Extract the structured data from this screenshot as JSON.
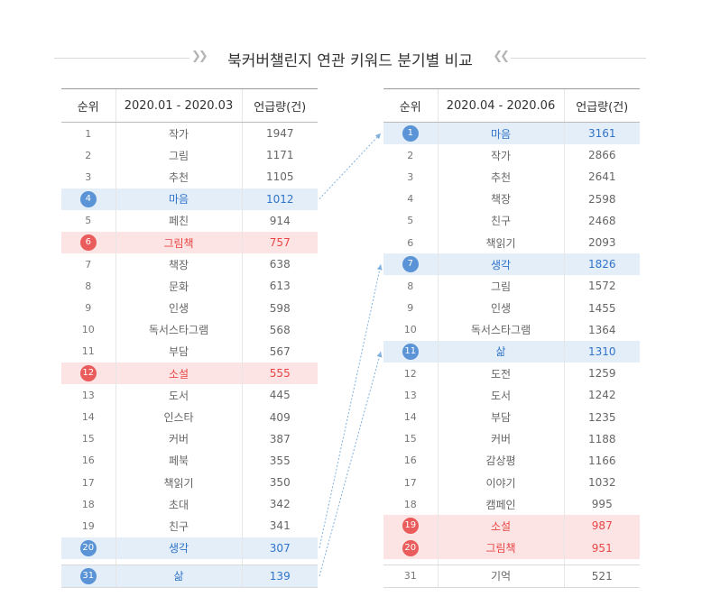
{
  "title": "북커버챌린지 연관 키워드 분기별 비교",
  "chart_data": [
    {
      "type": "table",
      "columns": [
        "순위",
        "2020.01 - 2020.03",
        "언급량(건)"
      ],
      "rows": [
        {
          "rank": "1",
          "keyword": "작가",
          "count": "1947"
        },
        {
          "rank": "2",
          "keyword": "그림",
          "count": "1171"
        },
        {
          "rank": "3",
          "keyword": "추천",
          "count": "1105"
        },
        {
          "rank": "4",
          "keyword": "마음",
          "count": "1012",
          "highlight": "blue"
        },
        {
          "rank": "5",
          "keyword": "페친",
          "count": "914"
        },
        {
          "rank": "6",
          "keyword": "그림책",
          "count": "757",
          "highlight": "red"
        },
        {
          "rank": "7",
          "keyword": "책장",
          "count": "638"
        },
        {
          "rank": "8",
          "keyword": "문화",
          "count": "613"
        },
        {
          "rank": "9",
          "keyword": "인생",
          "count": "598"
        },
        {
          "rank": "10",
          "keyword": "독서스타그램",
          "count": "568"
        },
        {
          "rank": "11",
          "keyword": "부담",
          "count": "567"
        },
        {
          "rank": "12",
          "keyword": "소설",
          "count": "555",
          "highlight": "red"
        },
        {
          "rank": "13",
          "keyword": "도서",
          "count": "445"
        },
        {
          "rank": "14",
          "keyword": "인스타",
          "count": "409"
        },
        {
          "rank": "15",
          "keyword": "커버",
          "count": "387"
        },
        {
          "rank": "16",
          "keyword": "페북",
          "count": "355"
        },
        {
          "rank": "17",
          "keyword": "책읽기",
          "count": "350"
        },
        {
          "rank": "18",
          "keyword": "초대",
          "count": "342"
        },
        {
          "rank": "19",
          "keyword": "친구",
          "count": "341"
        },
        {
          "rank": "20",
          "keyword": "생각",
          "count": "307",
          "highlight": "blue"
        },
        {
          "rank": "31",
          "keyword": "삶",
          "count": "139",
          "highlight": "blue",
          "separated": true
        }
      ]
    },
    {
      "type": "table",
      "columns": [
        "순위",
        "2020.04 - 2020.06",
        "언급량(건)"
      ],
      "rows": [
        {
          "rank": "1",
          "keyword": "마음",
          "count": "3161",
          "highlight": "blue"
        },
        {
          "rank": "2",
          "keyword": "작가",
          "count": "2866"
        },
        {
          "rank": "3",
          "keyword": "추천",
          "count": "2641"
        },
        {
          "rank": "4",
          "keyword": "책장",
          "count": "2598"
        },
        {
          "rank": "5",
          "keyword": "친구",
          "count": "2468"
        },
        {
          "rank": "6",
          "keyword": "책읽기",
          "count": "2093"
        },
        {
          "rank": "7",
          "keyword": "생각",
          "count": "1826",
          "highlight": "blue"
        },
        {
          "rank": "8",
          "keyword": "그림",
          "count": "1572"
        },
        {
          "rank": "9",
          "keyword": "인생",
          "count": "1455"
        },
        {
          "rank": "10",
          "keyword": "독서스타그램",
          "count": "1364"
        },
        {
          "rank": "11",
          "keyword": "삶",
          "count": "1310",
          "highlight": "blue"
        },
        {
          "rank": "12",
          "keyword": "도전",
          "count": "1259"
        },
        {
          "rank": "13",
          "keyword": "도서",
          "count": "1242"
        },
        {
          "rank": "14",
          "keyword": "부담",
          "count": "1235"
        },
        {
          "rank": "15",
          "keyword": "커버",
          "count": "1188"
        },
        {
          "rank": "16",
          "keyword": "감상평",
          "count": "1166"
        },
        {
          "rank": "17",
          "keyword": "이야기",
          "count": "1032"
        },
        {
          "rank": "18",
          "keyword": "캠페인",
          "count": "995"
        },
        {
          "rank": "19",
          "keyword": "소설",
          "count": "987",
          "highlight": "red"
        },
        {
          "rank": "20",
          "keyword": "그림책",
          "count": "951",
          "highlight": "red"
        },
        {
          "rank": "31",
          "keyword": "기억",
          "count": "521",
          "separated": true
        }
      ]
    }
  ],
  "arrows": [
    {
      "from": "마음",
      "from_rank": "4",
      "to_rank": "1"
    },
    {
      "from": "생각",
      "from_rank": "20",
      "to_rank": "7"
    },
    {
      "from": "삶",
      "from_rank": "31",
      "to_rank": "11"
    }
  ],
  "colors": {
    "highlight_blue": "#e4eef9",
    "text_blue": "#2f74c9",
    "highlight_red": "#fde4e4",
    "text_red": "#e84646",
    "arrow": "#7fb0e0"
  }
}
